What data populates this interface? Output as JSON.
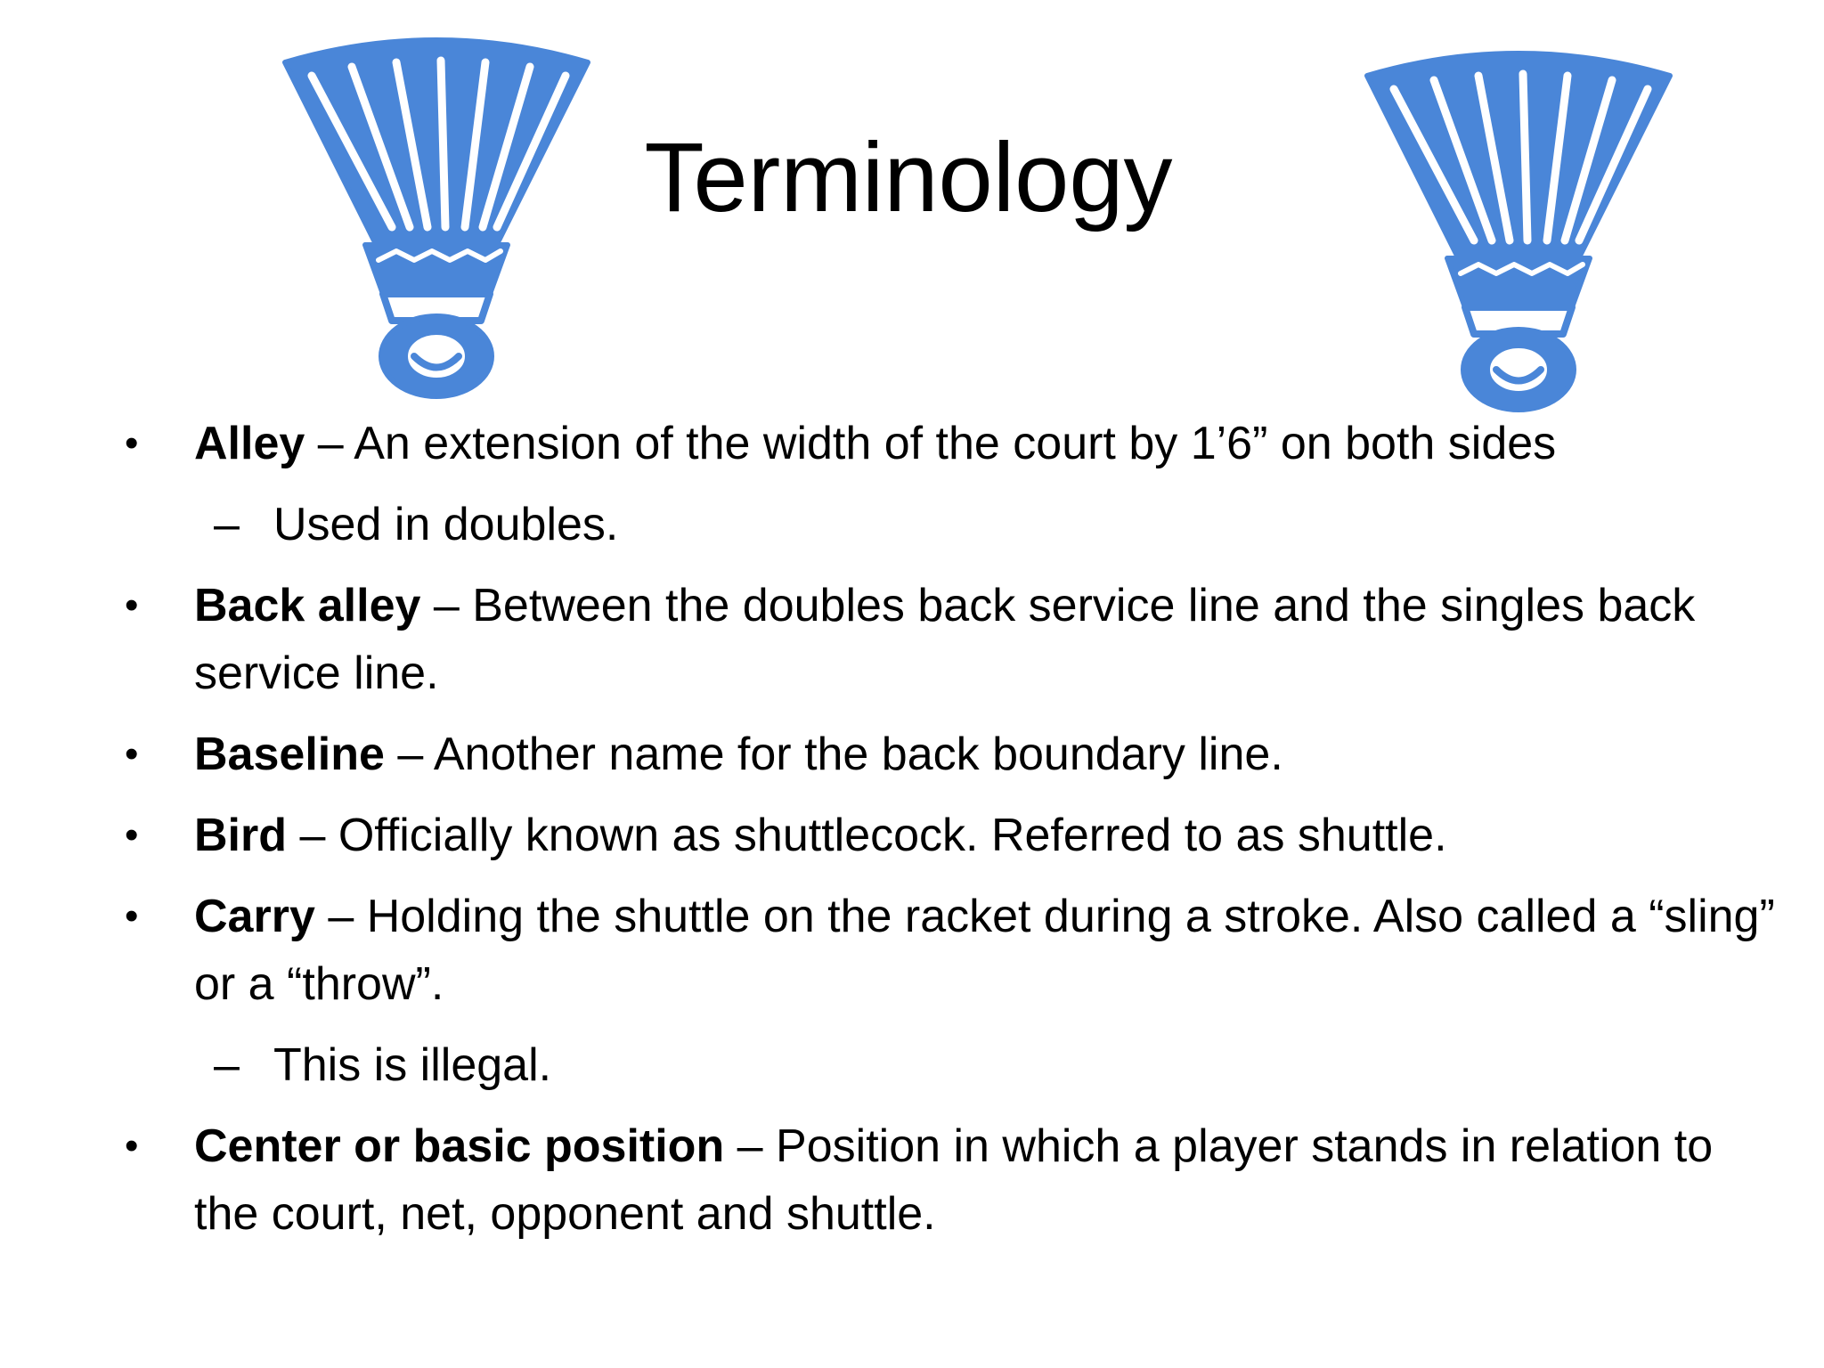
{
  "slide": {
    "title": "Terminology",
    "accent_color": "#4a86d8",
    "images": [
      "shuttlecock-illustration",
      "shuttlecock-illustration"
    ]
  },
  "bullet_symbol": "•",
  "dash_symbol": "–",
  "items": [
    {
      "term": "Alley",
      "definition": " – An extension of the width of the court by 1’6” on both sides",
      "sub": "Used in doubles."
    },
    {
      "term": "Back alley",
      "definition": " – Between the doubles back service line and the singles back service line."
    },
    {
      "term": "Baseline",
      "definition": " – Another name for the back boundary line."
    },
    {
      "term": "Bird",
      "definition": " – Officially known as shuttlecock. Referred to as shuttle."
    },
    {
      "term": "Carry",
      "definition": " – Holding the shuttle on the racket during a stroke. Also called a “sling” or a “throw”.",
      "sub": "This is illegal."
    },
    {
      "term": "Center or basic position",
      "definition": " – Position in which a player stands in relation to the court, net, opponent and shuttle."
    }
  ]
}
